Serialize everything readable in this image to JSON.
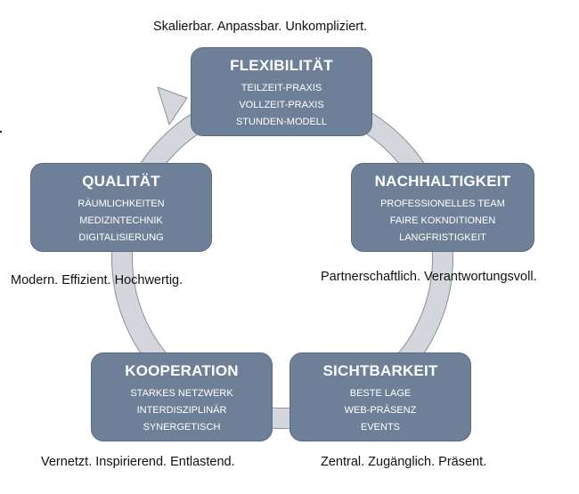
{
  "boxes": [
    {
      "title": "FLEXIBILITÄT",
      "items": [
        "TEILZEIT-PRAXIS",
        "VOLLZEIT-PRAXIS",
        "STUNDEN-MODELL"
      ],
      "caption": "Skalierbar. Anpassbar. Unkompliziert."
    },
    {
      "title": "NACHHALTIGKEIT",
      "items": [
        "PROFESSIONELLES TEAM",
        "FAIRE KOKNDITIONEN",
        "LANGFRISTIGKEIT"
      ],
      "caption": "Partnerschaftlich. Verantwortungsvoll."
    },
    {
      "title": "SICHTBARKEIT",
      "items": [
        "BESTE LAGE",
        "WEB-PRÄSENZ",
        "EVENTS"
      ],
      "caption": "Zentral. Zugänglich. Präsent."
    },
    {
      "title": "KOOPERATION",
      "items": [
        "STARKES NETZWERK",
        "INTERDISZIPLINÄR",
        "SYNERGETISCH"
      ],
      "caption": "Vernetzt. Inspirierend. Entlastend."
    },
    {
      "title": "QUALITÄT",
      "items": [
        "RÄUMLICHKEITEN",
        "MEDIZINTECHNIK",
        "DIGITALISIERUNG"
      ],
      "caption": "Modern. Effizient. Hochwertig."
    }
  ],
  "colors": {
    "box": "#6e8098",
    "ring": "#d3d7dd"
  }
}
